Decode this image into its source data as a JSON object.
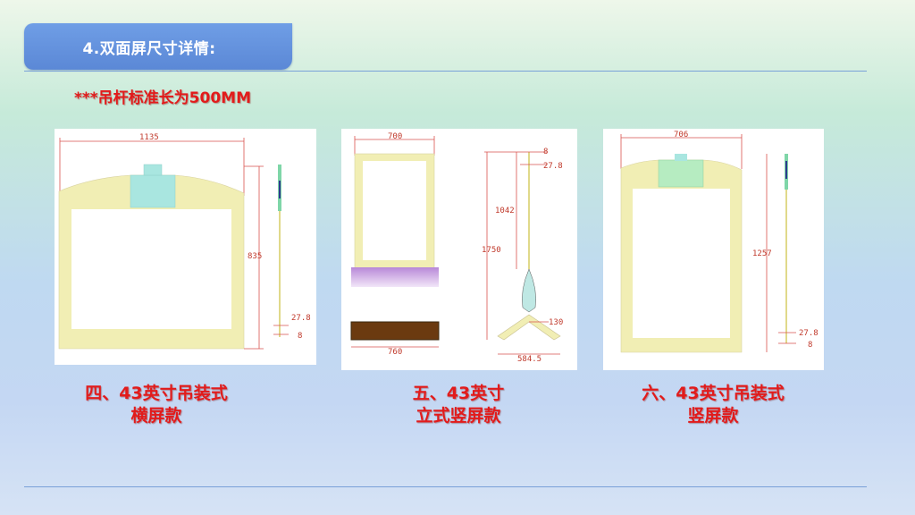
{
  "header": {
    "title": "4.双面屏尺寸详情:",
    "note": "***吊杆标准长为500MM"
  },
  "panels": [
    {
      "caption_line1": "四、43英寸吊装式",
      "caption_line2": "横屏款",
      "dims": {
        "width": "1135",
        "height": "835",
        "depth": "27.8",
        "thickness": "8"
      }
    },
    {
      "caption_line1": "五、43英寸",
      "caption_line2": "立式竖屏款",
      "dims": {
        "width_top": "700",
        "width_bottom": "760",
        "thickness": "8",
        "depth": "27.8",
        "screen_height": "1042",
        "total_height": "1750",
        "base_thickness": "130",
        "base_width": "584.5"
      }
    },
    {
      "caption_line1": "六、43英寸吊装式",
      "caption_line2": "竖屏款",
      "dims": {
        "width": "706",
        "height": "1257",
        "depth": "27.8",
        "thickness": "8"
      }
    }
  ],
  "colors": {
    "frame": "#f1eeb4",
    "mount": "#a9e6e0",
    "accent": "#e21b1b",
    "title_bar": "#5b88d6"
  }
}
